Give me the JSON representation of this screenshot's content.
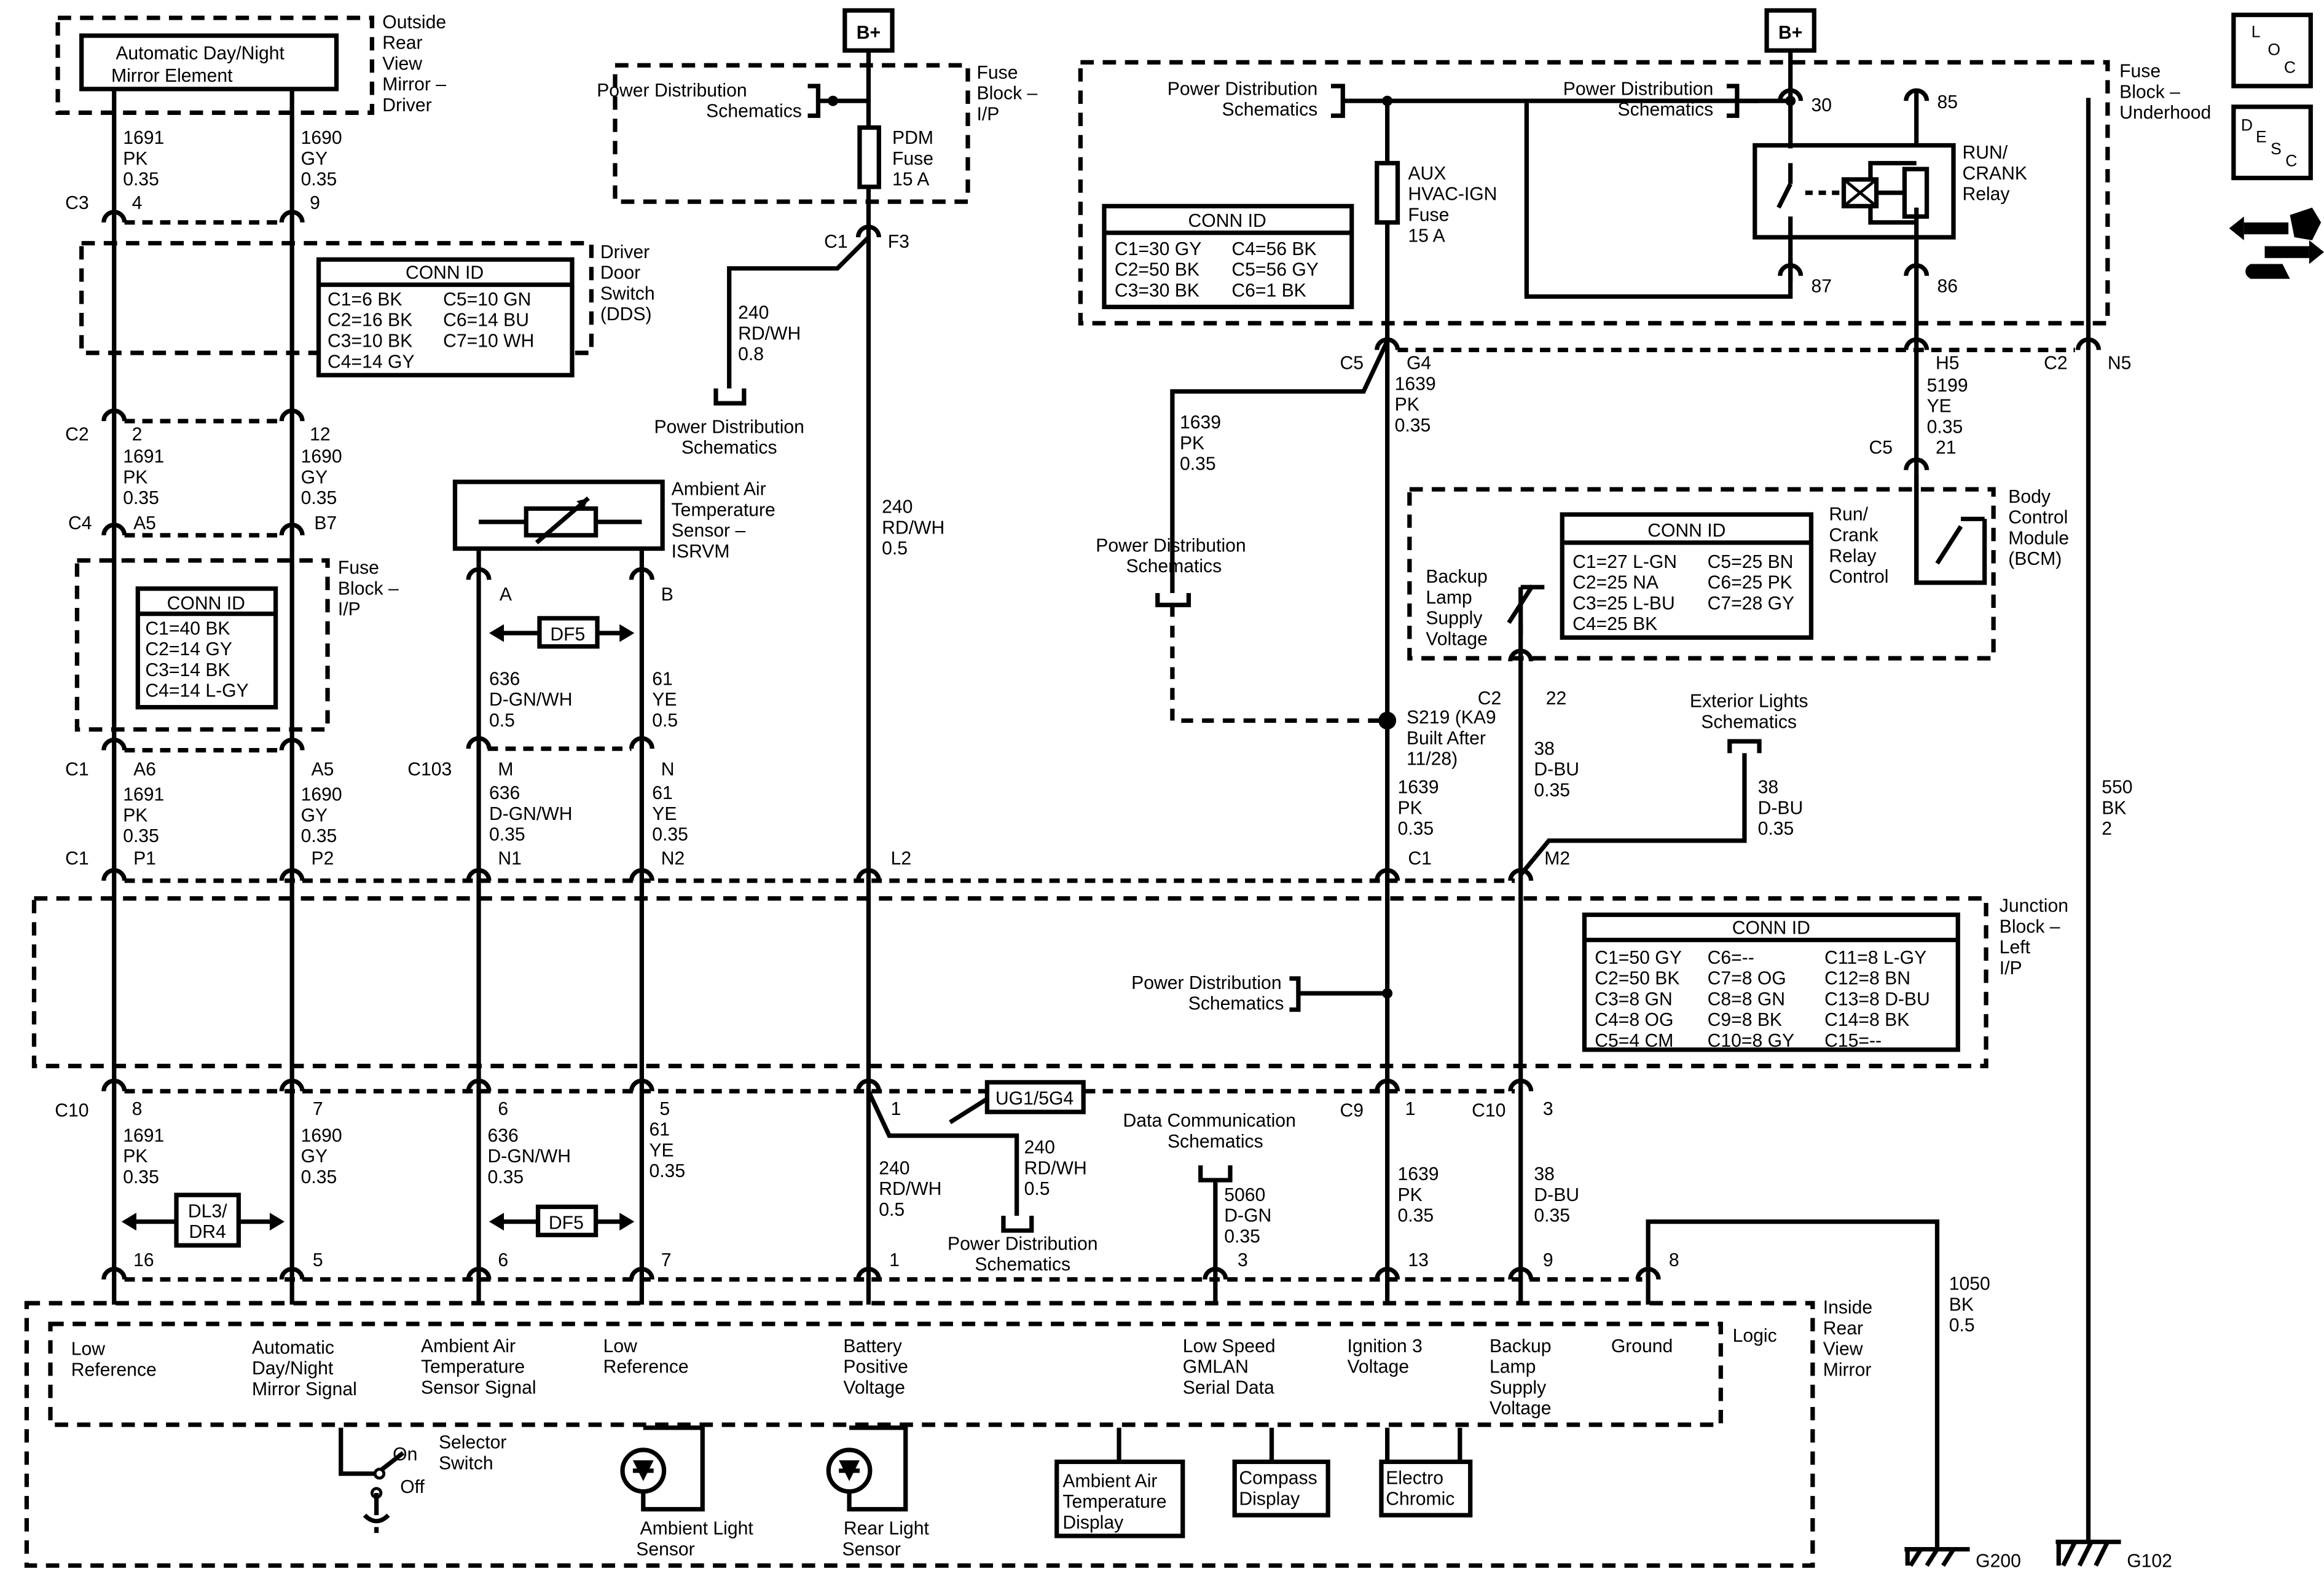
{
  "battery": "B+",
  "components": {
    "mirror_element": [
      "Automatic Day/Night",
      "Mirror Element"
    ],
    "outside_mirror": [
      "Outside",
      "Rear",
      "View",
      "Mirror –",
      "Driver"
    ],
    "dds": [
      "Driver",
      "Door",
      "Switch",
      "(DDS)"
    ],
    "fuse_block_ip": [
      "Fuse",
      "Block –",
      "I/P"
    ],
    "fuse_block_ip_top": [
      "Fuse",
      "Block –",
      "I/P"
    ],
    "pdm_fuse": [
      "PDM",
      "Fuse",
      "15 A"
    ],
    "ambient_sensor": [
      "Ambient Air",
      "Temperature",
      "Sensor –",
      "ISRVM"
    ],
    "fuse_block_underhood": [
      "Fuse",
      "Block –",
      "Underhood"
    ],
    "aux_fuse": [
      "AUX",
      "HVAC-IGN",
      "Fuse",
      "15 A"
    ],
    "relay": [
      "RUN/",
      "CRANK",
      "Relay"
    ],
    "bcm": [
      "Body",
      "Control",
      "Module",
      "(BCM)"
    ],
    "relay_control": [
      "Run/",
      "Crank",
      "Relay",
      "Control"
    ],
    "backup_supply": [
      "Backup",
      "Lamp",
      "Supply",
      "Voltage"
    ],
    "junction_block": [
      "Junction",
      "Block –",
      "Left",
      "I/P"
    ],
    "inside_mirror": [
      "Inside",
      "Rear",
      "View",
      "Mirror"
    ],
    "logic": "Logic",
    "splice": [
      "S219 (KA9",
      "Built After",
      "11/28)"
    ]
  },
  "refs": {
    "pds": [
      "Power Distribution",
      "Schematics"
    ],
    "exterior": [
      "Exterior Lights",
      "Schematics"
    ],
    "datacomm": [
      "Data Communication",
      "Schematics"
    ]
  },
  "badges": {
    "df5": "DF5",
    "dl3": [
      "DL3/",
      "DR4"
    ],
    "ug1": "UG1/5G4"
  },
  "conn_ids": {
    "title": "CONN ID",
    "dds": [
      "C1=6 BK",
      "C5=10 GN",
      "C2=16 BK",
      "C6=14 BU",
      "C3=10 BK",
      "C7=10 WH",
      "C4=14 GY"
    ],
    "fuse_ip": [
      "C1=40 BK",
      "C2=14 GY",
      "C3=14 BK",
      "C4=14 L-GY"
    ],
    "underhood": [
      "C1=30 GY",
      "C4=56 BK",
      "C2=50 BK",
      "C5=56 GY",
      "C3=30 BK",
      "C6=1 BK"
    ],
    "bcm": [
      "C1=27 L-GN",
      "C5=25 BN",
      "C2=25 NA",
      "C6=25 PK",
      "C3=25 L-BU",
      "C7=28 GY",
      "C4=25 BK"
    ],
    "junction": [
      "C1=50 GY",
      "C6=--",
      "C11=8 L-GY",
      "C2=50 BK",
      "C7=8 OG",
      "C12=8 BN",
      "C3=8 GN",
      "C8=8 GN",
      "C13=8 D-BU",
      "C4=8 OG",
      "C9=8 BK",
      "C14=8 BK",
      "C5=4 CM",
      "C10=8 GY",
      "C15=--"
    ]
  },
  "wires": {
    "w1691": [
      "1691",
      "PK",
      "0.35"
    ],
    "w1690": [
      "1690",
      "GY",
      "0.35"
    ],
    "w636": [
      "636",
      "D-GN/WH",
      "0.35"
    ],
    "w636b": [
      "636",
      "D-GN/WH",
      "0.5"
    ],
    "w61": [
      "61",
      "YE",
      "0.35"
    ],
    "w61b": [
      "61",
      "YE",
      "0.5"
    ],
    "w240_08": [
      "240",
      "RD/WH",
      "0.8"
    ],
    "w240_05": [
      "240",
      "RD/WH",
      "0.5"
    ],
    "w1639": [
      "1639",
      "PK",
      "0.35"
    ],
    "w5199": [
      "5199",
      "YE",
      "0.35"
    ],
    "w38": [
      "38",
      "D-BU",
      "0.35"
    ],
    "w550": [
      "550",
      "BK",
      "2"
    ],
    "w1050": [
      "1050",
      "BK",
      "0.5"
    ],
    "w5060": [
      "5060",
      "D-GN",
      "0.35"
    ]
  },
  "connectors": {
    "C3": "C3",
    "C2": "C2",
    "C4": "C4",
    "C1": "C1",
    "C103": "C103",
    "C10": "C10",
    "C5": "C5",
    "C9": "C9",
    "p4": "4",
    "p9": "9",
    "p2": "2",
    "p12": "12",
    "pA5": "A5",
    "pB7": "B7",
    "pA6": "A6",
    "pA5b": "A5",
    "pP1": "P1",
    "pP2": "P2",
    "pA": "A",
    "pB": "B",
    "pM": "M",
    "pN": "N",
    "pN1": "N1",
    "pN2": "N2",
    "pF3": "F3",
    "pL2": "L2",
    "pG4": "G4",
    "p30": "30",
    "p85": "85",
    "p87": "87",
    "p86": "86",
    "pH5": "H5",
    "pN5": "N5",
    "p21": "21",
    "p22": "22",
    "pM2": "M2",
    "p8": "8",
    "p7": "7",
    "p6": "6",
    "p5": "5",
    "p1": "1",
    "p3": "3",
    "p16": "16",
    "p13": "13",
    "p9b": "9",
    "p8b": "8"
  },
  "pins": {
    "low_ref1": [
      "Low",
      "Reference"
    ],
    "auto_signal": [
      "Automatic",
      "Day/Night",
      "Mirror Signal"
    ],
    "ambient_signal": [
      "Ambient Air",
      "Temperature",
      "Sensor Signal"
    ],
    "low_ref2": [
      "Low",
      "Reference"
    ],
    "battery_pos": [
      "Battery",
      "Positive",
      "Voltage"
    ],
    "gmlan": [
      "Low Speed",
      "GMLAN",
      "Serial Data"
    ],
    "ign3": [
      "Ignition 3",
      "Voltage"
    ],
    "backup_pin": [
      "Backup",
      "Lamp",
      "Supply",
      "Voltage"
    ],
    "ground": "Ground"
  },
  "internal": {
    "selector": [
      "Selector",
      "Switch"
    ],
    "on": "On",
    "off": "Off",
    "ambient_light": [
      "Ambient Light",
      "Sensor"
    ],
    "rear_light": [
      "Rear Light",
      "Sensor"
    ],
    "aat_display": [
      "Ambient Air",
      "Temperature",
      "Display"
    ],
    "compass": [
      "Compass",
      "Display"
    ],
    "electro": [
      "Electro",
      "Chromic"
    ]
  },
  "grounds": {
    "g200": "G200",
    "g102": "G102"
  },
  "icons": {
    "loc": [
      "L",
      "O",
      "C"
    ],
    "desc": [
      "D",
      "E",
      "S",
      "C"
    ],
    "nav": "navigation-arrows-icon"
  }
}
